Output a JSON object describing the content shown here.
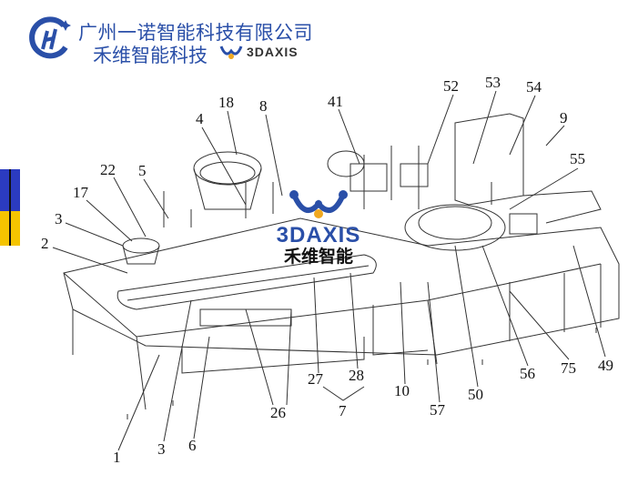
{
  "header": {
    "company_name": "广州一诺智能科技有限公司",
    "brand_cn": "禾维智能科技",
    "brand_en": "3DAXIS"
  },
  "watermark": {
    "brand_en": "3DAXIS",
    "brand_cn": "禾维智能"
  },
  "labels": [
    "18",
    "4",
    "8",
    "41",
    "52",
    "53",
    "54",
    "9",
    "55",
    "22",
    "5",
    "17",
    "3",
    "2",
    "1",
    "3",
    "6",
    "26",
    "27",
    "28",
    "7",
    "10",
    "57",
    "50",
    "56",
    "75",
    "49"
  ],
  "colors": {
    "brand_blue": "#2a4fa8",
    "accent_yellow": "#f0a820"
  }
}
